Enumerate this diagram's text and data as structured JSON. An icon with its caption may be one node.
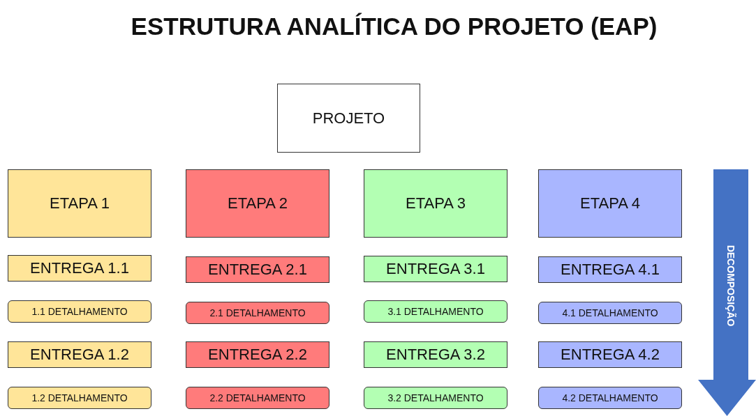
{
  "diagram": {
    "title": "ESTRUTURA ANALÍTICA DO PROJETO (EAP)",
    "nodes": [
      {
        "text": [
          "PROJETO"
        ]
      },
      {
        "text": [
          "ETAPA 1"
        ]
      },
      {
        "text": [
          "ETAPA 2"
        ]
      },
      {
        "text": [
          "ETAPA 3"
        ]
      },
      {
        "text": [
          "ETAPA 4"
        ]
      },
      {
        "text": [
          "ENTREGA 1.1"
        ]
      },
      {
        "text": [
          "ENTREGA 2.1"
        ]
      },
      {
        "text": [
          "ENTREGA 3.1"
        ]
      },
      {
        "text": [
          "ENTREGA 4.1"
        ]
      },
      {
        "text": [
          "1.1 DETALHAMENTO"
        ]
      },
      {
        "text": [
          "2.1 DETALHAMENTO"
        ]
      },
      {
        "text": [
          "3.1 DETALHAMENTO"
        ]
      },
      {
        "text": [
          "4.1 DETALHAMENTO"
        ]
      },
      {
        "text": [
          "ENTREGA 1.2"
        ]
      },
      {
        "text": [
          "ENTREGA 2.2"
        ]
      },
      {
        "text": [
          "ENTREGA 3.2"
        ]
      },
      {
        "text": [
          "ENTREGA 4.2"
        ]
      },
      {
        "text": [
          "1.2 DETALHAMENTO"
        ]
      },
      {
        "text": [
          "2.2 DETALHAMENTO"
        ]
      },
      {
        "text": [
          "3.2 DETALHAMENTO"
        ]
      },
      {
        "text": [
          "4.2 DETALHAMENTO"
        ]
      },
      {
        "text": [
          "DECOMPOSIÇÃO"
        ]
      }
    ]
  }
}
